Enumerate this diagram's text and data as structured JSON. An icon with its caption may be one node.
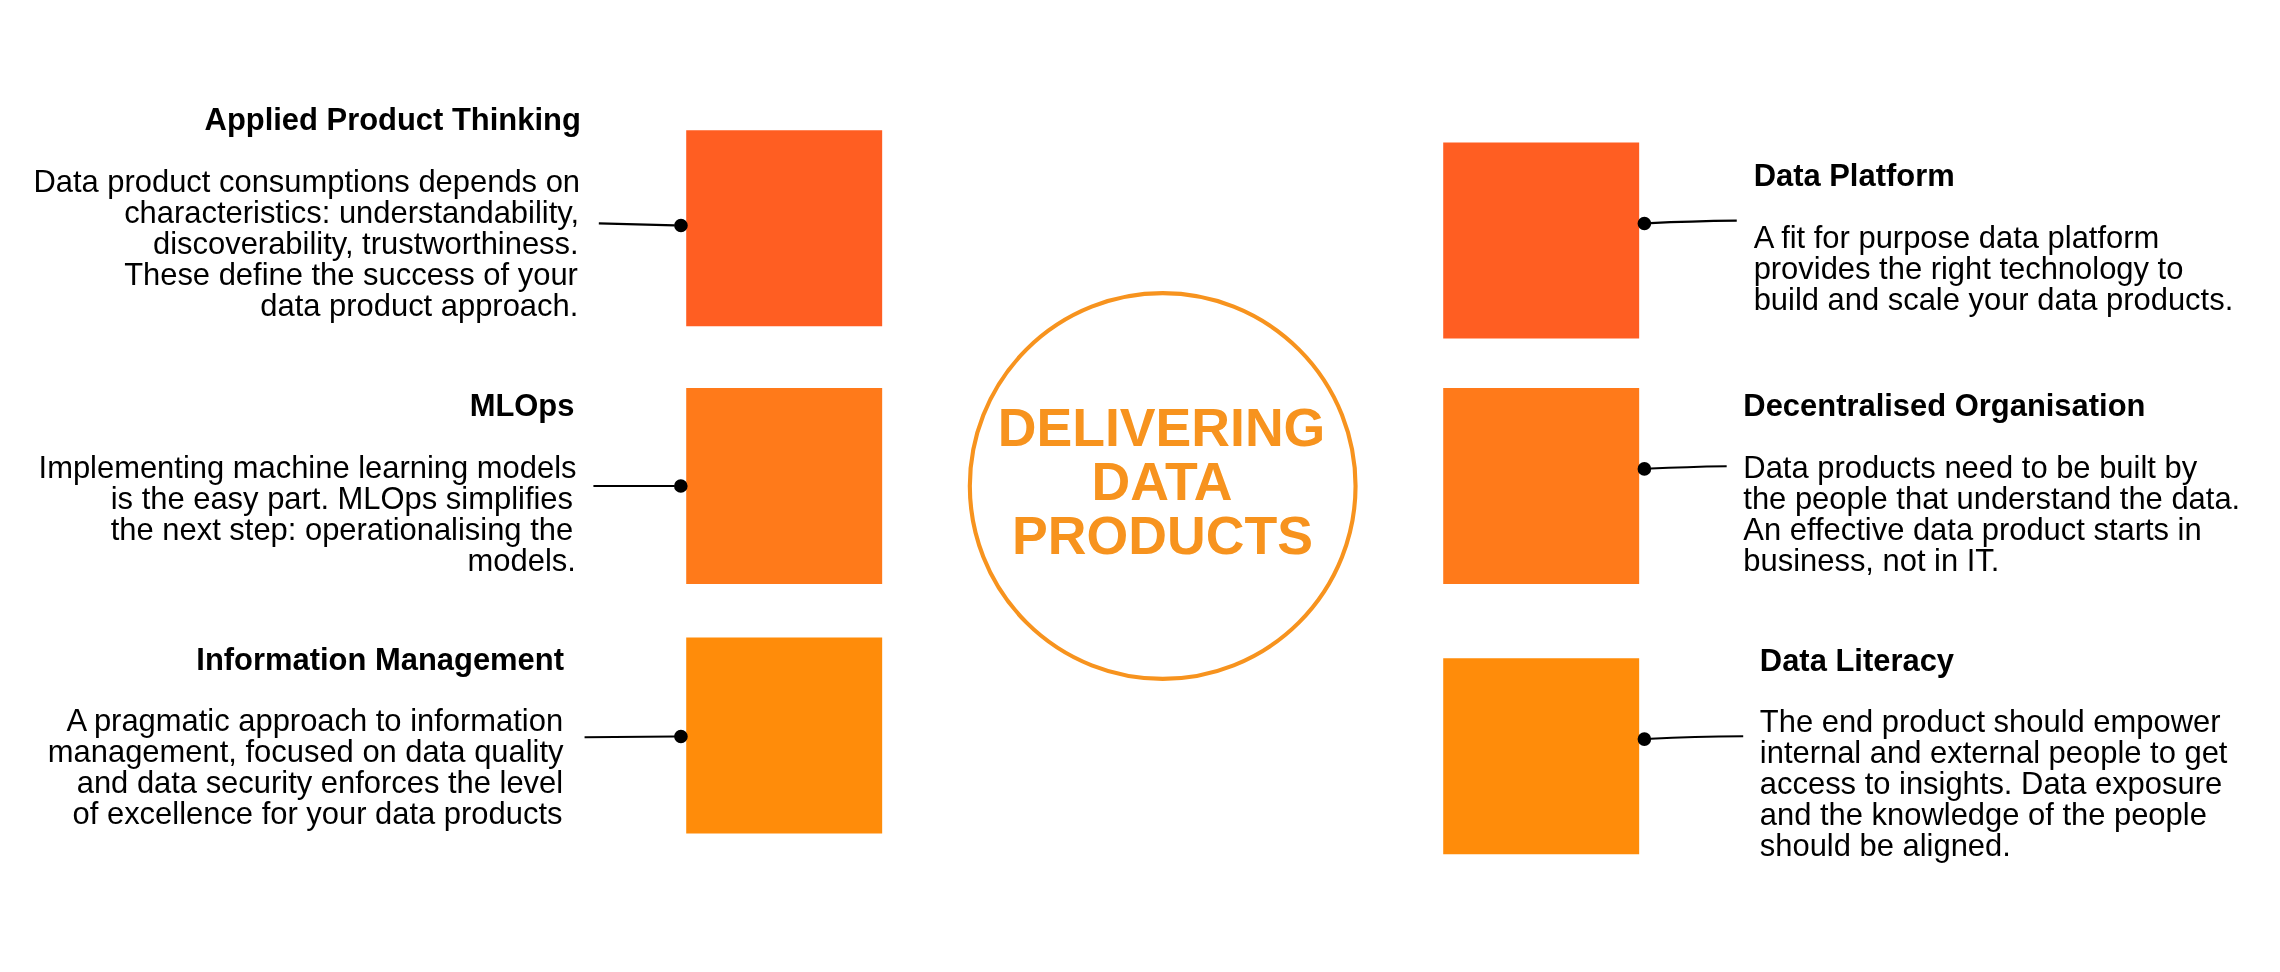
{
  "diagram": {
    "nodes": [
      {
        "text": [
          "Applied Product Thinking",
          "Data product consumptions depends on characteristics: understandability, discoverability, trustworthiness. These define the success of your data product approach."
        ]
      },
      {
        "text": [
          "Data Platform",
          "A fit for purpose data platform provides the right technology to build and scale your data products."
        ]
      },
      {
        "text": [
          "MLOps",
          "Implementing machine learning models is the easy part. MLOps simplifies the next step: operationalising the models."
        ]
      },
      {
        "text": [
          "Decentralised Organisation",
          "Data products need to be built by the people that understand the data. An effective data product starts in business, not in IT."
        ]
      },
      {
        "text": [
          "Information Management",
          "A pragmatic approach to information management, focused on data quality and data security enforces the level of excellence for your data products"
        ]
      },
      {
        "text": [
          "Data Literacy",
          "The end product should empower internal and external people to get access to insights. Data exposure and the knowledge of the people should be aligned."
        ]
      },
      {
        "text": [
          "DELIVERING DATA PRODUCTS"
        ]
      },
      {
        "text": [],
        "shape": "box"
      },
      {
        "text": [],
        "shape": "box"
      },
      {
        "text": [],
        "shape": "box"
      },
      {
        "text": [],
        "shape": "box"
      },
      {
        "text": [],
        "shape": "box"
      },
      {
        "text": [],
        "shape": "box"
      }
    ],
    "edges": [
      {
        "from": 0,
        "to": 7,
        "arrow": "other"
      },
      {
        "from": 1,
        "to": 8,
        "arrow": "other"
      },
      {
        "from": 2,
        "to": 9,
        "arrow": "other"
      },
      {
        "from": 3,
        "to": 10,
        "arrow": "other"
      },
      {
        "from": 4,
        "to": 11,
        "arrow": "other"
      },
      {
        "from": 5,
        "to": 12,
        "arrow": "other"
      }
    ]
  }
}
